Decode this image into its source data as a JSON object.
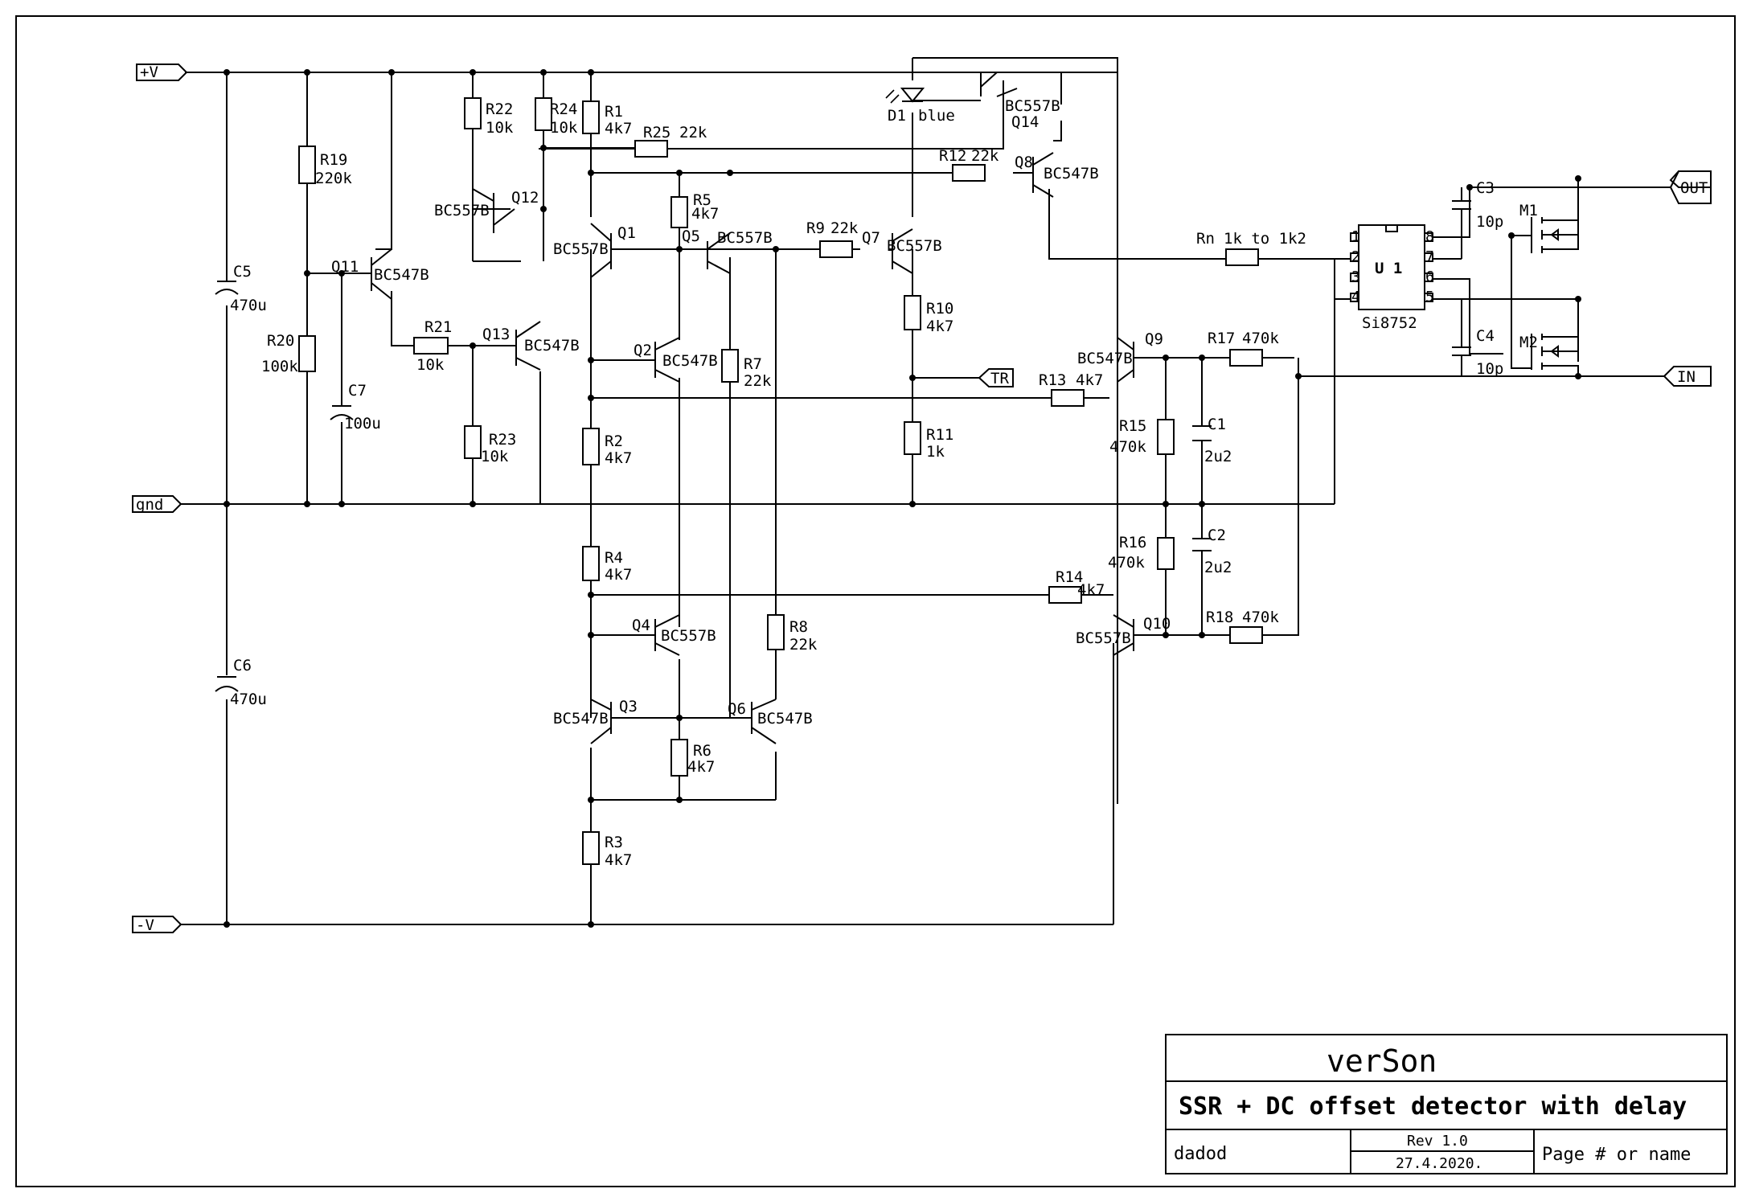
{
  "title_block": {
    "company": "verSon",
    "title": "SSR + DC offset detector with delay",
    "author": "dadod",
    "revision": "Rev 1.0",
    "date": "27.4.2020.",
    "page": "Page # or name"
  },
  "ports": {
    "vplus": "+V",
    "gnd": "gnd",
    "vminus": "-V",
    "out": "OUT",
    "in": "IN",
    "tr": "TR"
  },
  "components": {
    "R1": {
      "ref": "R1",
      "value": "4k7"
    },
    "R2": {
      "ref": "R2",
      "value": "4k7"
    },
    "R3": {
      "ref": "R3",
      "value": "4k7"
    },
    "R4": {
      "ref": "R4",
      "value": "4k7"
    },
    "R5": {
      "ref": "R5",
      "value": "4k7"
    },
    "R6": {
      "ref": "R6",
      "value": "4k7"
    },
    "R7": {
      "ref": "R7",
      "value": "22k"
    },
    "R8": {
      "ref": "R8",
      "value": "22k"
    },
    "R9": {
      "ref": "R9",
      "value": "22k"
    },
    "R10": {
      "ref": "R10",
      "value": "4k7"
    },
    "R11": {
      "ref": "R11",
      "value": "1k"
    },
    "R12": {
      "ref": "R12",
      "value": "22k"
    },
    "R13": {
      "ref": "R13",
      "value": "4k7"
    },
    "R14": {
      "ref": "R14",
      "value": "4k7"
    },
    "R15": {
      "ref": "R15",
      "value": "470k"
    },
    "R16": {
      "ref": "R16",
      "value": "470k"
    },
    "R17": {
      "ref": "R17",
      "value": "470k"
    },
    "R18": {
      "ref": "R18",
      "value": "470k"
    },
    "R19": {
      "ref": "R19",
      "value": "220k"
    },
    "R20": {
      "ref": "R20",
      "value": "100k"
    },
    "R21": {
      "ref": "R21",
      "value": "10k"
    },
    "R22": {
      "ref": "R22",
      "value": "10k"
    },
    "R23": {
      "ref": "R23",
      "value": "10k"
    },
    "R24": {
      "ref": "R24",
      "value": "10k"
    },
    "R25": {
      "ref": "R25",
      "value": "22k"
    },
    "Rn": {
      "ref": "Rn",
      "value": "1k to 1k2"
    },
    "C1": {
      "ref": "C1",
      "value": "2u2"
    },
    "C2": {
      "ref": "C2",
      "value": "2u2"
    },
    "C3": {
      "ref": "C3",
      "value": "10p"
    },
    "C4": {
      "ref": "C4",
      "value": "10p"
    },
    "C5": {
      "ref": "C5",
      "value": "470u"
    },
    "C6": {
      "ref": "C6",
      "value": "470u"
    },
    "C7": {
      "ref": "C7",
      "value": "100u"
    },
    "D1": {
      "ref": "D1",
      "value": "blue"
    },
    "Q1": {
      "ref": "Q1",
      "value": "BC557B"
    },
    "Q2": {
      "ref": "Q2",
      "value": "BC547B"
    },
    "Q3": {
      "ref": "Q3",
      "value": "BC547B"
    },
    "Q4": {
      "ref": "Q4",
      "value": "BC557B"
    },
    "Q5": {
      "ref": "Q5",
      "value": "BC557B"
    },
    "Q6": {
      "ref": "Q6",
      "value": "BC547B"
    },
    "Q7": {
      "ref": "Q7",
      "value": "BC557B"
    },
    "Q8": {
      "ref": "Q8",
      "value": "BC547B"
    },
    "Q9": {
      "ref": "Q9",
      "value": "BC547B"
    },
    "Q10": {
      "ref": "Q10",
      "value": "BC557B"
    },
    "Q11": {
      "ref": "Q11",
      "value": "BC547B"
    },
    "Q12": {
      "ref": "Q12",
      "value": "BC557B"
    },
    "Q13": {
      "ref": "Q13",
      "value": "BC547B"
    },
    "Q14": {
      "ref": "Q14",
      "value": "BC557B"
    },
    "U1": {
      "ref": "U 1",
      "value": "Si8752"
    },
    "M1": {
      "ref": "M1"
    },
    "M2": {
      "ref": "M2"
    }
  },
  "u1_pins": [
    "1",
    "2",
    "3",
    "4",
    "5",
    "6",
    "7",
    "8"
  ]
}
